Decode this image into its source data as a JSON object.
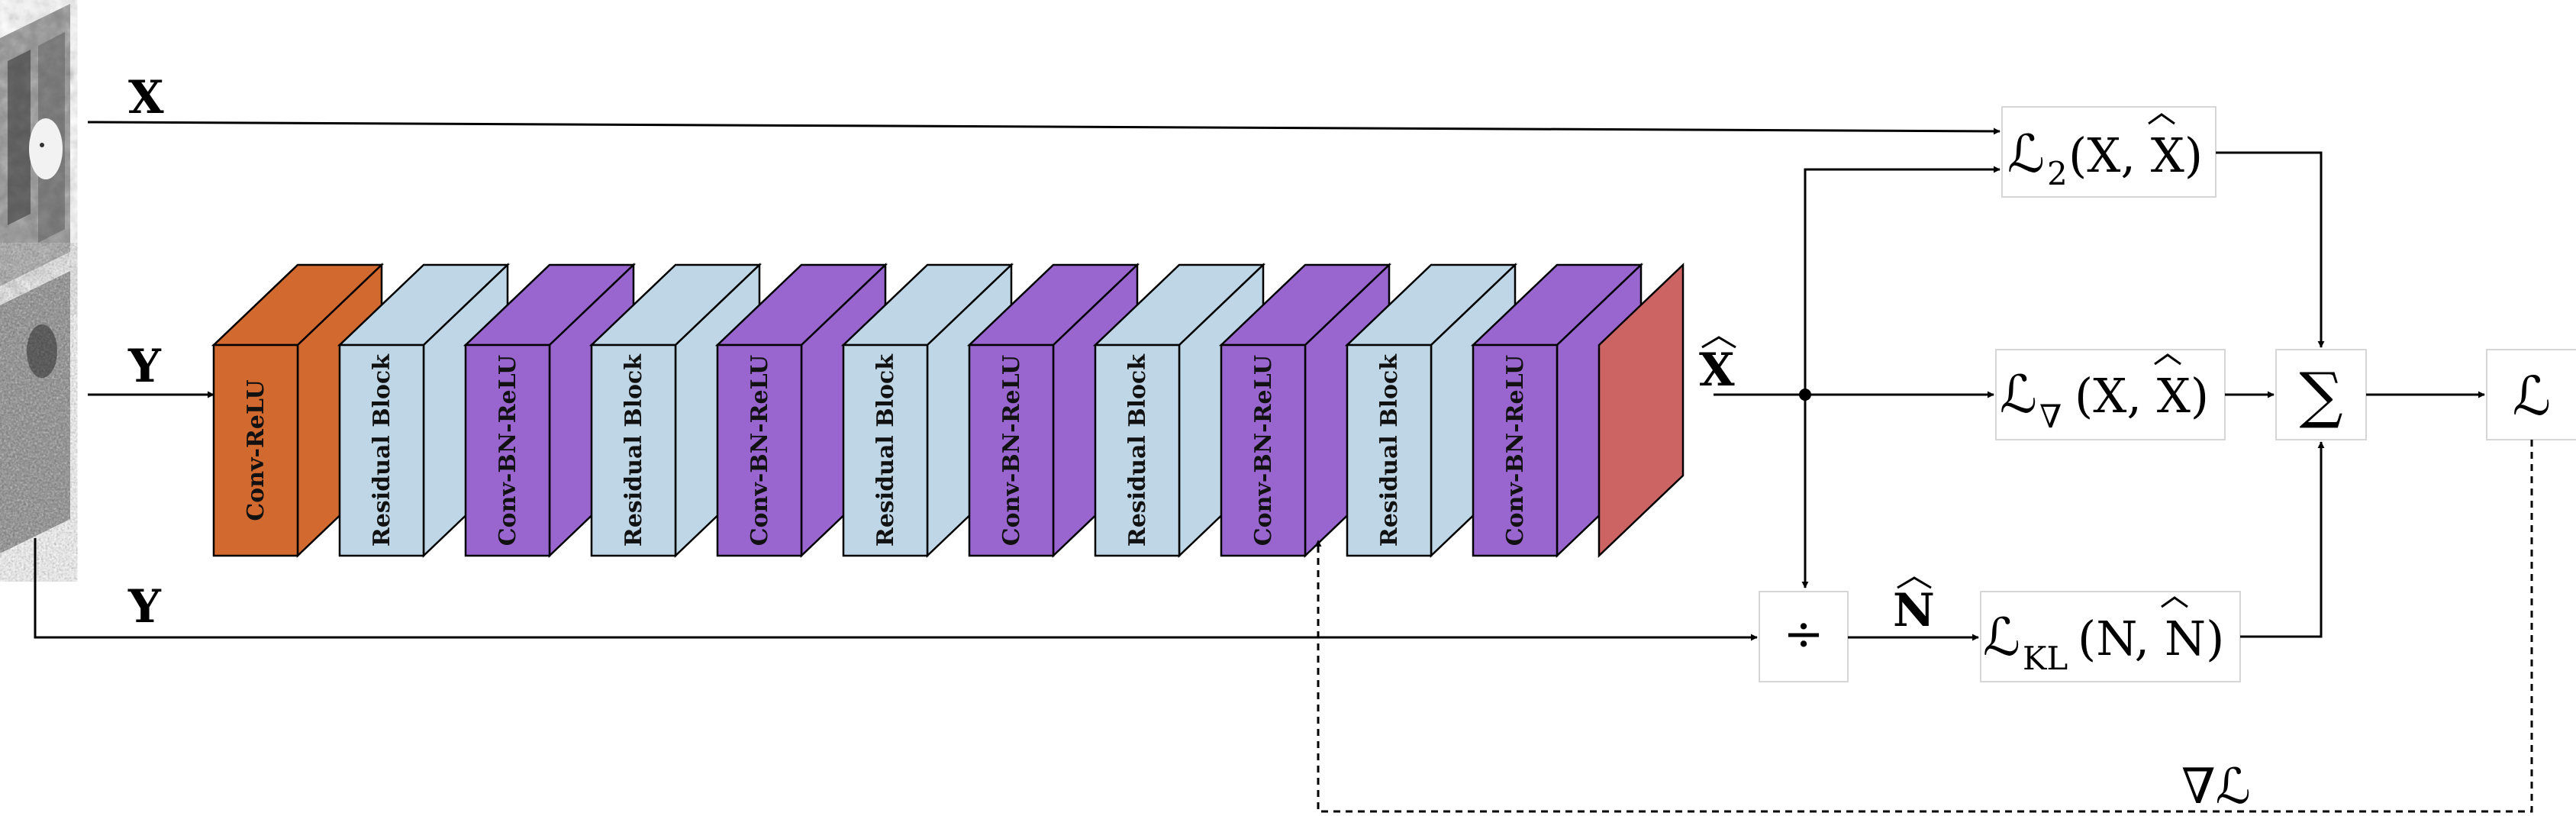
{
  "inputs": {
    "clean_label": "X",
    "noisy_label": "Y",
    "noisy_label_bottom": "Y"
  },
  "blocks": [
    {
      "label": "Conv-ReLU",
      "color": "#d2692f"
    },
    {
      "label": "Residual Block",
      "color": "#bfd6e6"
    },
    {
      "label": "Conv-BN-ReLU",
      "color": "#9966cf"
    },
    {
      "label": "Residual Block",
      "color": "#bfd6e6"
    },
    {
      "label": "Conv-BN-ReLU",
      "color": "#9966cf"
    },
    {
      "label": "Residual Block",
      "color": "#bfd6e6"
    },
    {
      "label": "Conv-BN-ReLU",
      "color": "#9966cf"
    },
    {
      "label": "Residual Block",
      "color": "#bfd6e6"
    },
    {
      "label": "Conv-BN-ReLU",
      "color": "#9966cf"
    },
    {
      "label": "Residual Block",
      "color": "#bfd6e6"
    },
    {
      "label": "Conv-BN-ReLU",
      "color": "#9966cf"
    },
    {
      "label": "",
      "color": "#cd6464"
    }
  ],
  "outputs": {
    "x_hat": "X",
    "n_hat": "N"
  },
  "losses": {
    "l2": {
      "L": "ℒ",
      "sub": "2",
      "args": "(X, X)"
    },
    "grad": {
      "L": "ℒ",
      "sub": "∇",
      "args": "(X, X)"
    },
    "kl": {
      "L": "ℒ",
      "sub": "KL",
      "args": "(N, N)"
    },
    "sum": "∑",
    "total": "ℒ",
    "divide": "÷",
    "backprop": "∇ℒ"
  }
}
